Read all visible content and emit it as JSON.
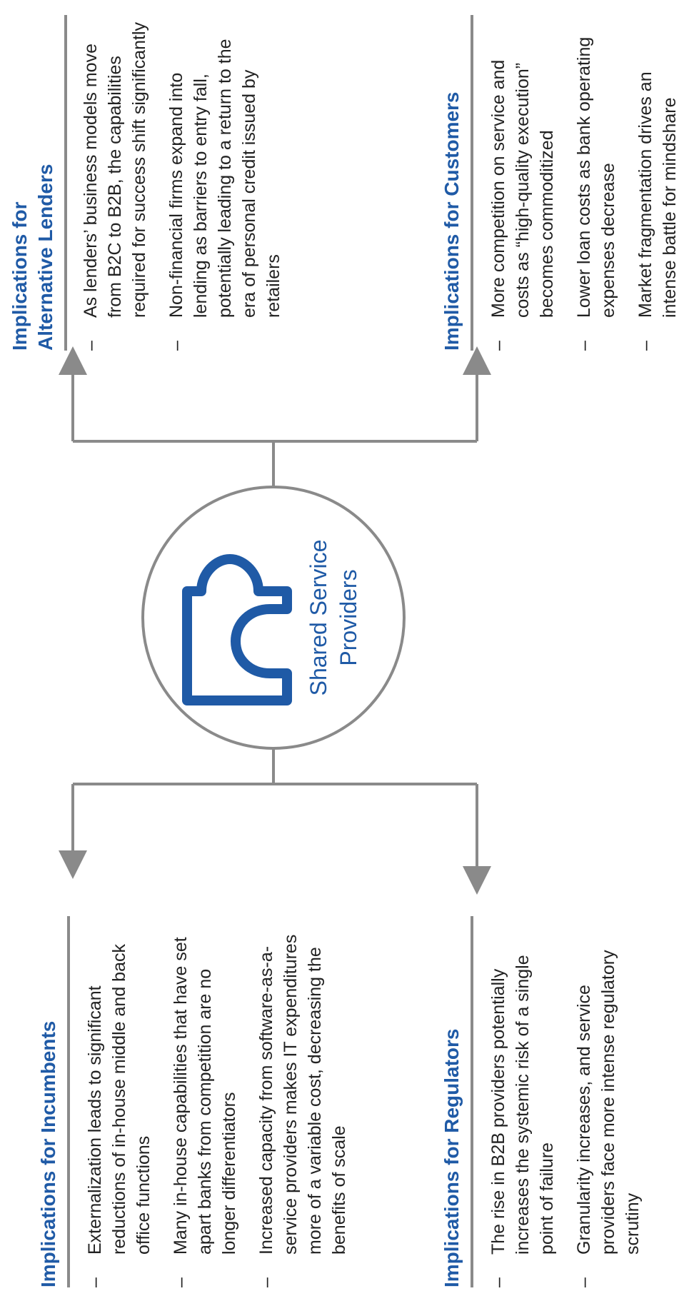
{
  "center": {
    "label_line1": "Shared Service",
    "label_line2": "Providers",
    "icon": "puzzle-piece-icon"
  },
  "sections": {
    "incumbents": {
      "heading": "Implications for Incumbents",
      "bullets": [
        "Externalization leads to significant reductions of in-house middle and back office functions",
        "Many in-house capabilities that have set apart banks from competition are no longer differentiators",
        "Increased capacity from software-as-a-service providers makes IT expenditures more of a variable cost, decreasing the benefits of scale"
      ]
    },
    "regulators": {
      "heading": "Implications for Regulators",
      "bullets": [
        "The rise in B2B providers potentially increases the systemic risk of a single point of failure",
        "Granularity increases, and service providers face more intense regulatory scrutiny"
      ]
    },
    "alt_lenders": {
      "heading_line1": "Implications for",
      "heading_line2": "Alternative Lenders",
      "bullets": [
        "As lenders’ business models move from B2C to B2B, the capabilities required for success shift significantly",
        "Non-financial firms expand into lending as barriers to entry fall, potentially leading to a return to the era of personal credit issued by retailers"
      ]
    },
    "customers": {
      "heading": "Implications for Customers",
      "bullets": [
        "More competition on service and costs as “high-quality execution” becomes commoditized",
        "Lower loan costs as bank operating expenses decrease",
        "Market fragmentation drives an intense battle for mindshare"
      ]
    }
  },
  "dash": "–",
  "colors": {
    "accent": "#1f5aa6",
    "connector": "#8a8a8a",
    "text": "#222222"
  }
}
